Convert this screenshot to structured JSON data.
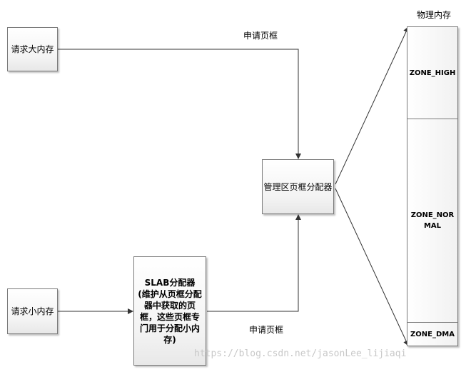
{
  "boxes": {
    "big_request": "请求大内存",
    "small_request": "请求小内存",
    "page_allocator": "管理区页框分配器",
    "slab_title": "SLAB分配器",
    "slab_desc": "(维护从页框分配器中获取的页框，这些页框专门用于分配小内存)"
  },
  "edge_labels": {
    "top": "申请页框",
    "bottom": "申请页框"
  },
  "memory": {
    "title": "物理内存",
    "zones": [
      "ZONE_HIGH",
      "ZONE_NORMAL",
      "ZONE_DMA"
    ]
  },
  "watermark": "https://blog.csdn.net/jasonLee_lijiaqi"
}
